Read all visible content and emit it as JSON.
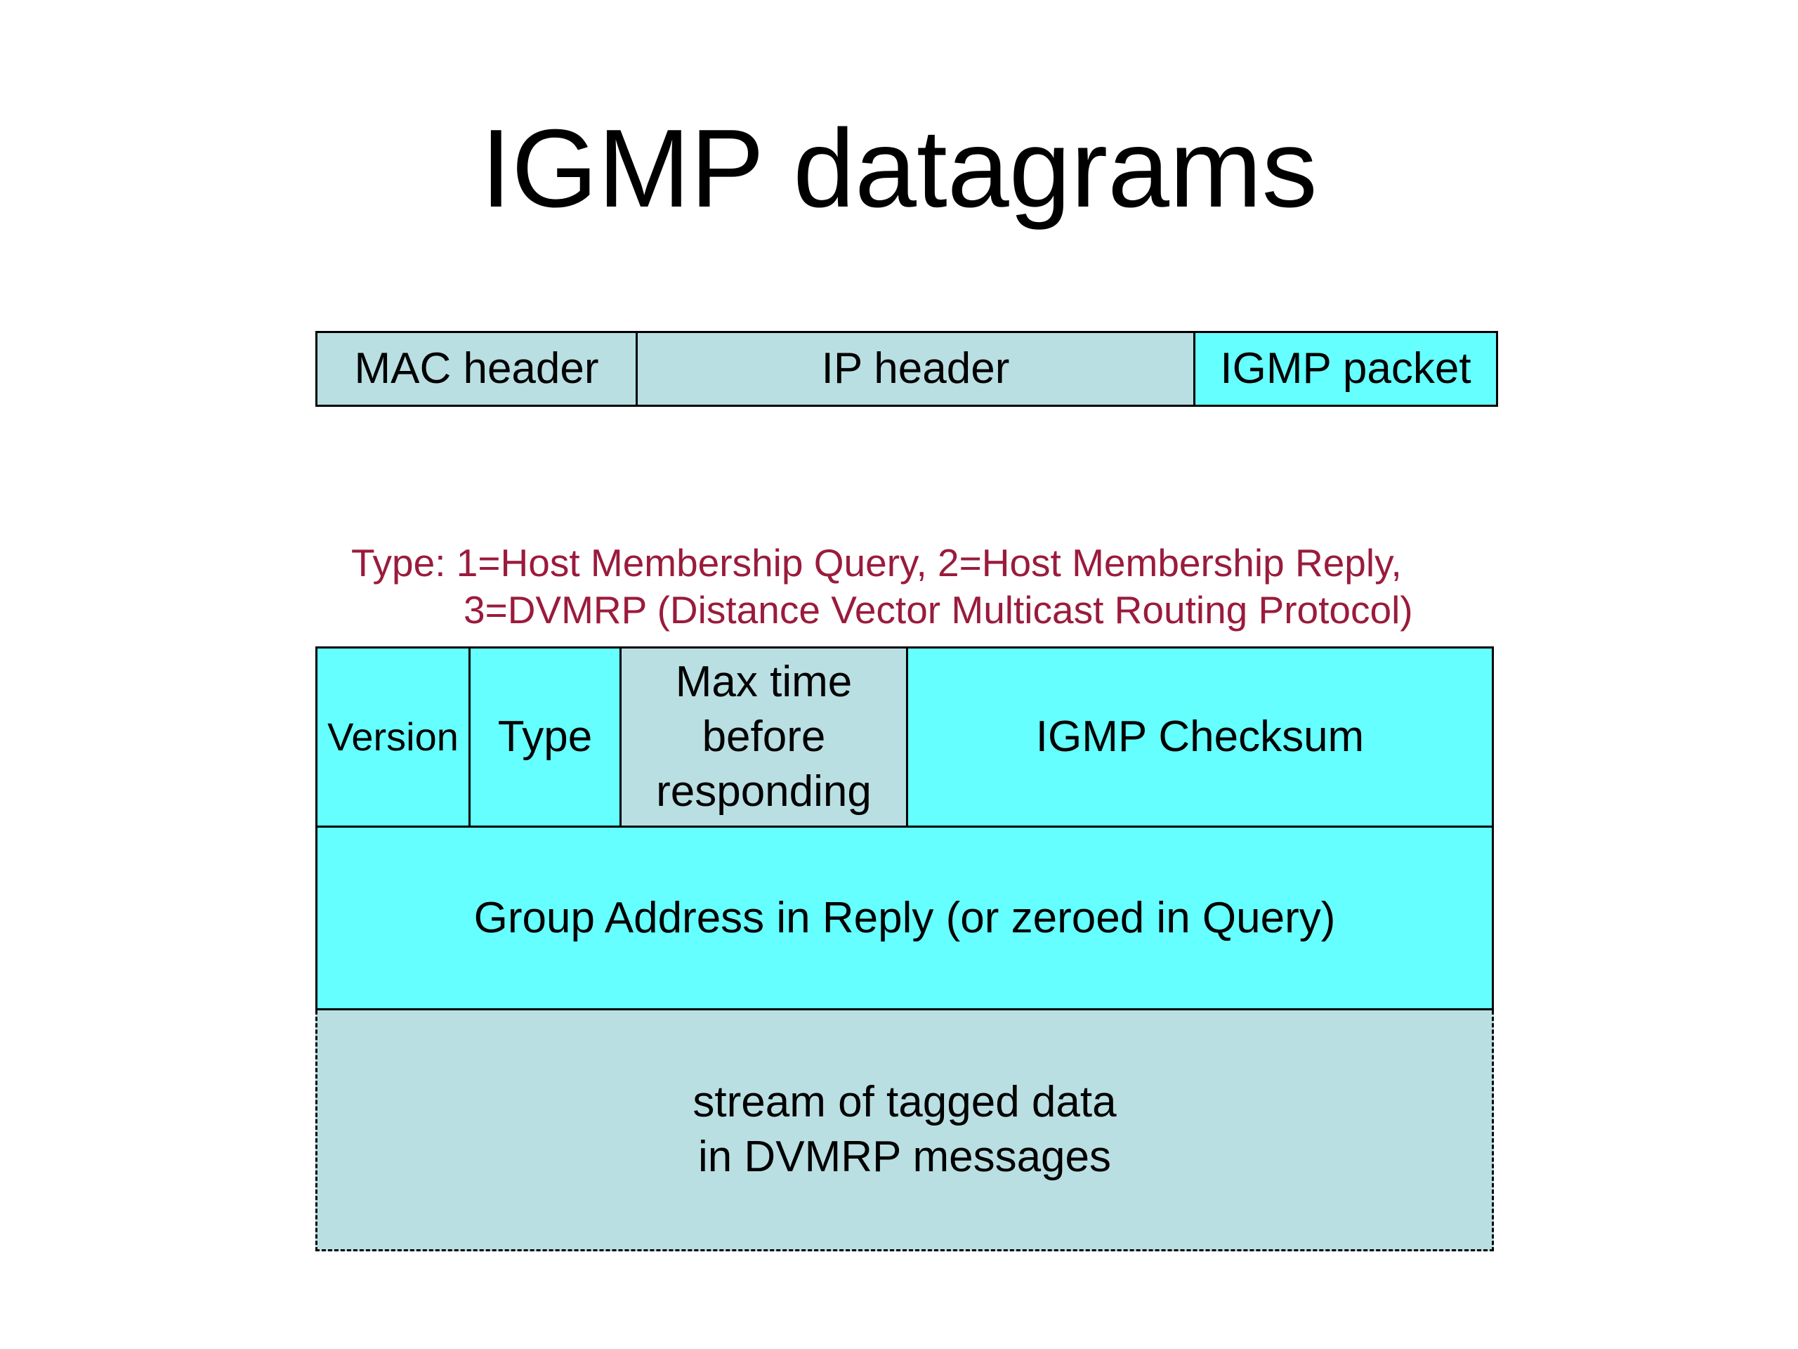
{
  "title": "IGMP datagrams",
  "frame": {
    "mac_header": "MAC header",
    "ip_header": "IP header",
    "igmp_packet": "IGMP packet"
  },
  "type_note": {
    "line1": "Type: 1=Host Membership Query, 2=Host Membership Reply,",
    "line2": "3=DVMRP (Distance Vector Multicast Routing Protocol)"
  },
  "packet": {
    "version": "Version",
    "type": "Type",
    "max_time": "Max time\nbefore\nresponding",
    "checksum": "IGMP Checksum",
    "group_address": "Group Address in Reply (or zeroed in Query)",
    "stream": "stream of tagged data\nin DVMRP messages"
  },
  "colors": {
    "cyan": "#66ffff",
    "light_blue": "#b9dfe3",
    "note_red": "#9a1b3c"
  }
}
